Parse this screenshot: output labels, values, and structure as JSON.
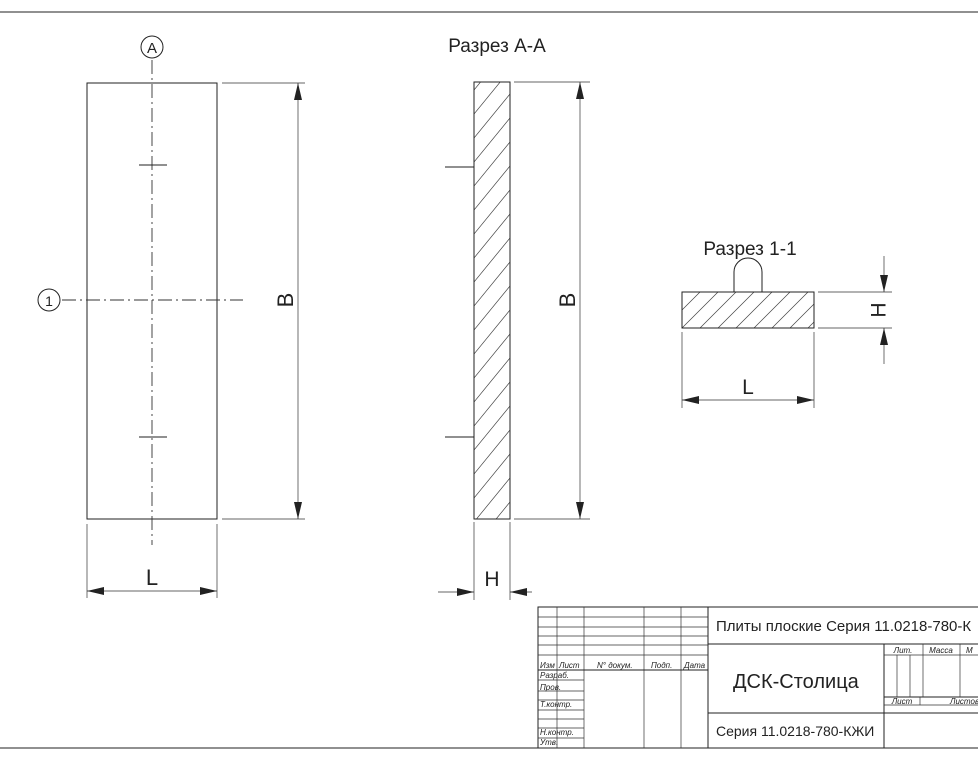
{
  "labels": {
    "section_aa": "Разрез А-А",
    "section_11": "Разрез 1-1",
    "axis_a": "А",
    "axis_1": "1",
    "dim_b": "В",
    "dim_l": "L",
    "dim_h": "Н"
  },
  "title_block": {
    "top_title": "Плиты плоские Серия 11.0218-780-К",
    "company": "ДСК-Столица",
    "series": "Серия 11.0218-780-КЖИ",
    "col_izm": "Изм",
    "col_list": "Лист",
    "col_doc": "N° докум.",
    "col_sign": "Подп.",
    "col_date": "Дата",
    "row_razrab": "Разраб.",
    "row_prov": "Пров.",
    "row_tkontr": "Т.контр.",
    "row_nkontr": "Н.контр.",
    "row_utv": "Утв.",
    "lit": "Лит.",
    "massa": "Масса",
    "masshtab": "М",
    "list": "Лист",
    "listov": "Листов"
  }
}
